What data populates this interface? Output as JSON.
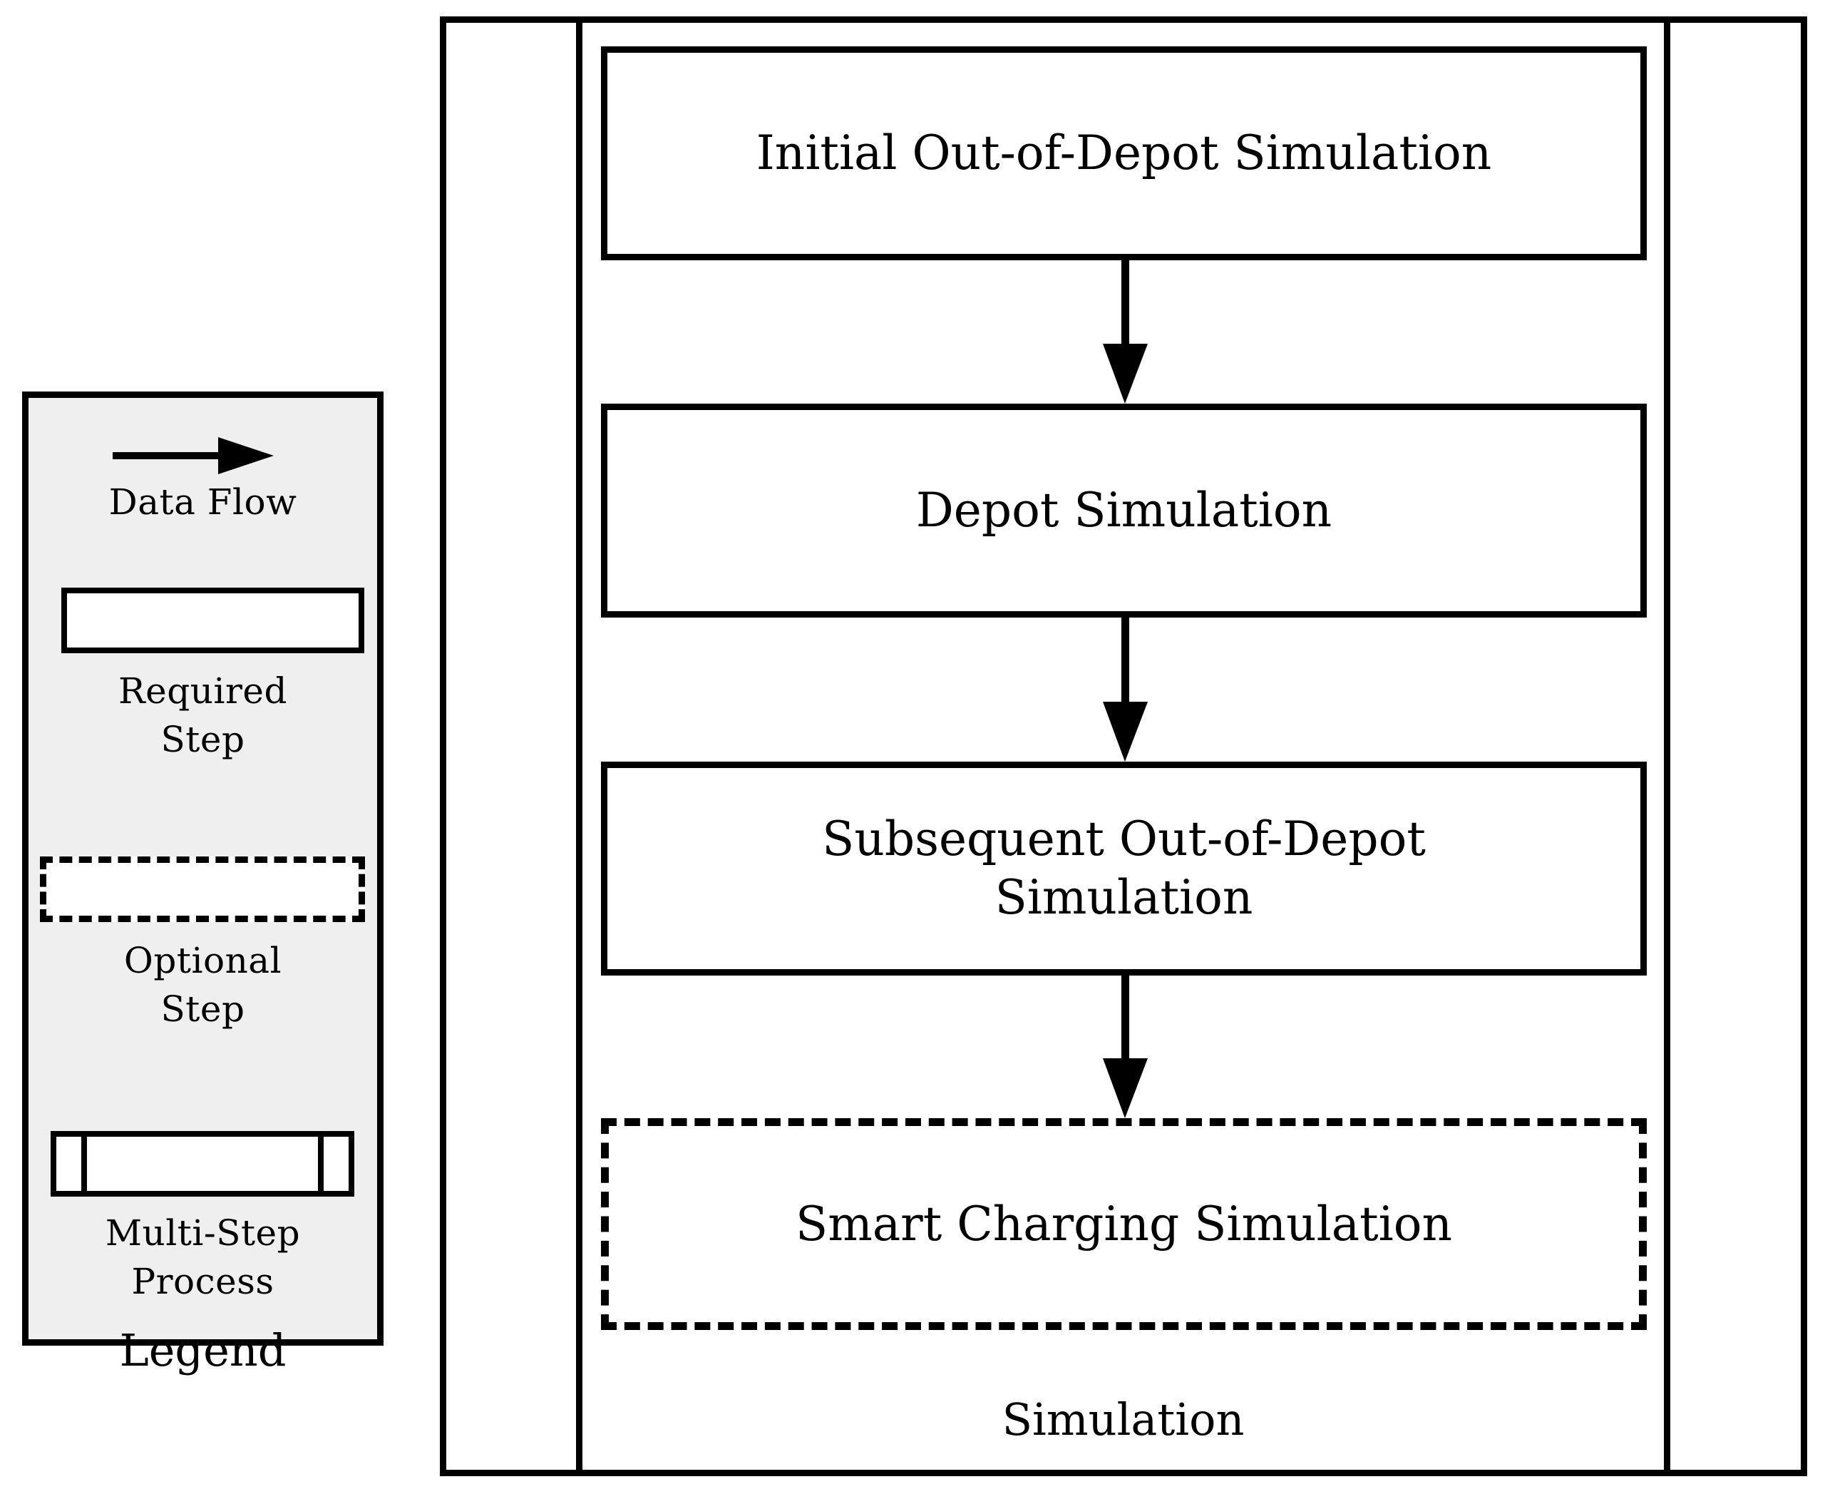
{
  "legend": {
    "title": "Legend",
    "items": [
      {
        "icon": "arrow-right-icon",
        "label": "Data Flow"
      },
      {
        "icon": "solid-rectangle-icon",
        "label": "Required\nStep",
        "label_line1": "Required",
        "label_line2": "Step"
      },
      {
        "icon": "dashed-rectangle-icon",
        "label": "Optional\nStep",
        "label_line1": "Optional",
        "label_line2": "Step"
      },
      {
        "icon": "multi-step-rectangle-icon",
        "label": "Multi-Step\nProcess",
        "label_line1": "Multi-Step",
        "label_line2": "Process"
      }
    ],
    "background_color": "#efefef",
    "border_color": "#000000"
  },
  "diagram": {
    "group_label": "Simulation",
    "nodes": [
      {
        "id": "initial-out-of-depot",
        "label": "Initial Out-of-Depot Simulation",
        "style": "required"
      },
      {
        "id": "depot",
        "label": "Depot Simulation",
        "style": "required"
      },
      {
        "id": "subsequent-out-of-depot",
        "label": "Subsequent Out-of-Depot Simulation",
        "label_line1": "Subsequent Out-of-Depot",
        "label_line2": "Simulation",
        "style": "required"
      },
      {
        "id": "smart-charging",
        "label": "Smart Charging Simulation",
        "style": "optional"
      }
    ],
    "edges": [
      {
        "from": "initial-out-of-depot",
        "to": "depot",
        "type": "data-flow"
      },
      {
        "from": "depot",
        "to": "subsequent-out-of-depot",
        "type": "data-flow"
      },
      {
        "from": "subsequent-out-of-depot",
        "to": "smart-charging",
        "type": "data-flow"
      }
    ]
  }
}
